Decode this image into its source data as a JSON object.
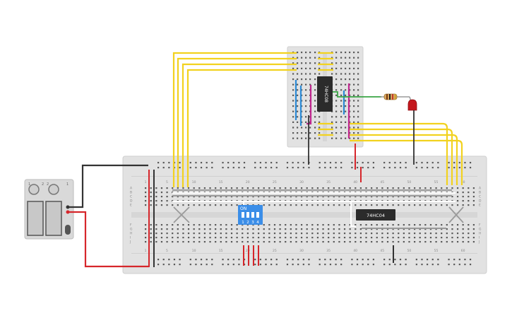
{
  "canvas": {
    "background": "#ffffff"
  },
  "colors": {
    "board": "#e2e2e2",
    "board_edge": "#cfcfcf",
    "hole": "#5a5a5a",
    "yellow_wire": "#f2d21f",
    "red_wire": "#d6262b",
    "black_wire": "#333333",
    "blue_wire": "#2d8bd6",
    "magenta_wire": "#c0268e",
    "green_wire": "#3aa544",
    "white_wire": "#ffffff",
    "gray_wire": "#9a9a9a",
    "chip": "#2b2b2b",
    "dip_switch": "#3b8ee8",
    "led": "#c4161c",
    "battery_body": "#d9d9d9"
  },
  "main_breadboard": {
    "column_numbers": [
      "1",
      "5",
      "10",
      "15",
      "20",
      "25",
      "30",
      "35",
      "40",
      "45",
      "50",
      "55",
      "60"
    ],
    "row_letters_top": [
      "A",
      "B",
      "C",
      "D",
      "E"
    ],
    "row_letters_bottom": [
      "F",
      "G",
      "H",
      "I",
      "J"
    ]
  },
  "small_breadboard": {},
  "chips": {
    "top_chip_label": "74HC08",
    "bottom_chip_label": "74HC04"
  },
  "dip_switch": {
    "on_label": "ON",
    "numbers": [
      "1",
      "2",
      "3",
      "4"
    ]
  },
  "battery": {
    "top_labels": [
      "1",
      "2",
      "2",
      "1"
    ]
  },
  "icons": {
    "led": "red-led-icon",
    "resistor": "resistor-icon",
    "battery": "battery-pack-icon",
    "switch": "dip-switch-icon"
  }
}
